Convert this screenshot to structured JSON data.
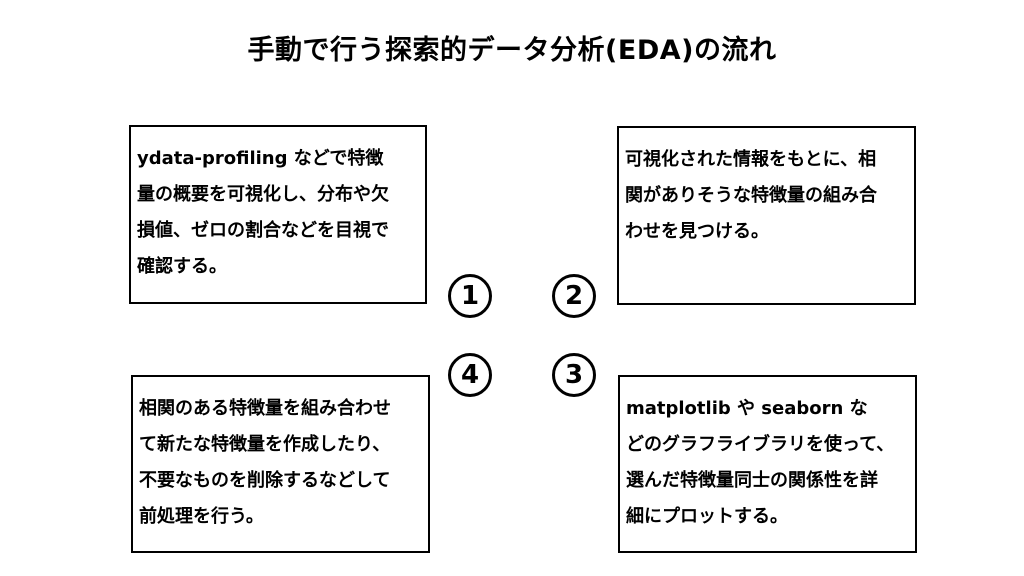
{
  "title": "手動で行う探索的データ分析(EDA)の流れ",
  "steps": [
    {
      "number": "1",
      "lines": [
        "ydata-profiling などで特徴",
        "量の概要を可視化し、分布や欠",
        "損値、ゼロの割合などを目視で",
        "確認する。"
      ]
    },
    {
      "number": "2",
      "lines": [
        "可視化された情報をもとに、相",
        "関がありそうな特徴量の組み合",
        "わせを見つける。"
      ]
    },
    {
      "number": "3",
      "lines": [
        "matplotlib や seaborn な",
        "どのグラフライブラリを使って、",
        "選んだ特徴量同士の関係性を詳",
        "細にプロットする。"
      ]
    },
    {
      "number": "4",
      "lines": [
        "相関のある特徴量を組み合わせ",
        "て新たな特徴量を作成したり、",
        "不要なものを削除するなどして",
        "前処理を行う。"
      ]
    }
  ]
}
